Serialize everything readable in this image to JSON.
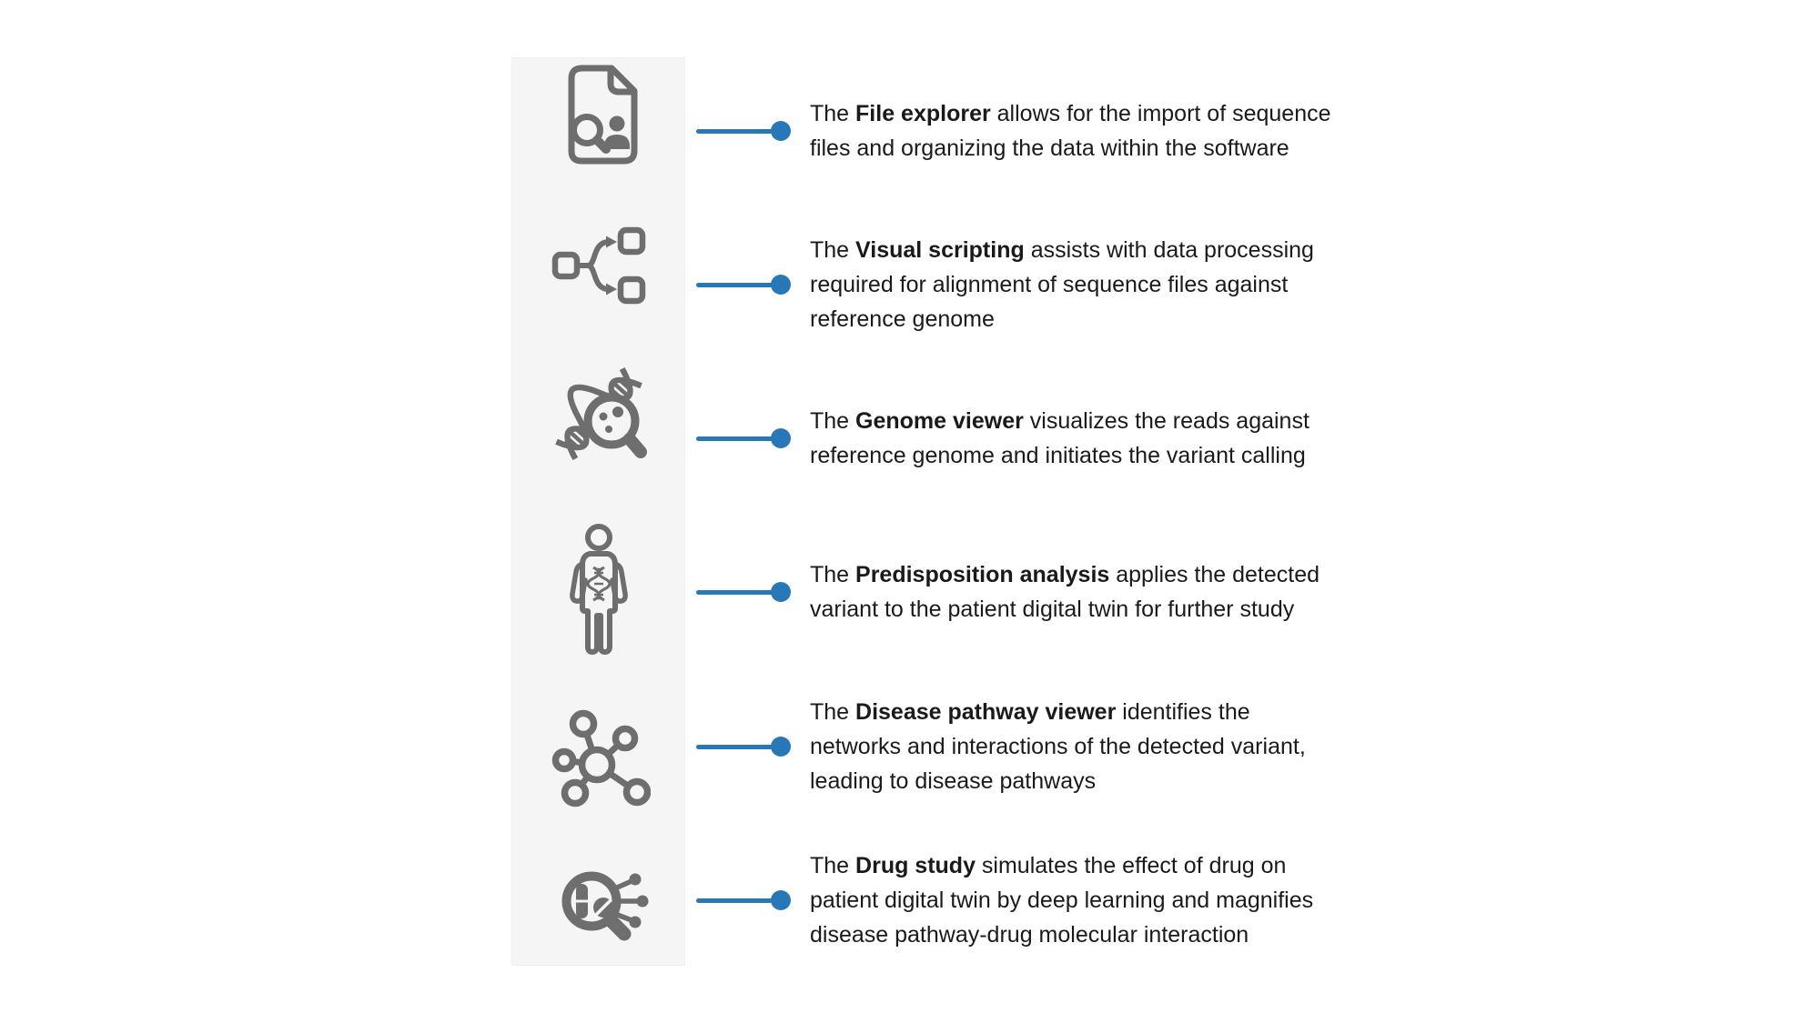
{
  "colors": {
    "accent_blue": "#2878b8",
    "icon_gray": "#6e6e6e",
    "panel_background": "#f5f5f5",
    "text": "#1a1a1a",
    "page_background": "#ffffff"
  },
  "items": [
    {
      "icon": "file-explorer-icon",
      "pre": "The ",
      "bold": "File explorer",
      "line1_rest": " allows for the import of sequence",
      "rest": "files and organizing the data within the software"
    },
    {
      "icon": "visual-scripting-icon",
      "pre": "The ",
      "bold": "Visual scripting",
      "line1_rest": " assists with data processing",
      "rest": "required for alignment of sequence files against\nreference genome"
    },
    {
      "icon": "genome-viewer-icon",
      "pre": "The ",
      "bold": "Genome viewer",
      "line1_rest": " visualizes the reads against",
      "rest": "reference genome and initiates the variant calling"
    },
    {
      "icon": "predisposition-analysis-icon",
      "pre": "The ",
      "bold": "Predisposition analysis",
      "line1_rest": " applies the detected",
      "rest": "variant to the patient digital twin for further study"
    },
    {
      "icon": "disease-pathway-viewer-icon",
      "pre": "The ",
      "bold": "Disease pathway viewer",
      "line1_rest": " identifies the",
      "rest": "networks and interactions of the detected variant,\nleading to disease pathways"
    },
    {
      "icon": "drug-study-icon",
      "pre": "The ",
      "bold": "Drug study",
      "line1_rest": " simulates the effect of drug on",
      "rest": "patient digital twin by deep learning and magnifies\ndisease pathway-drug molecular interaction"
    }
  ]
}
